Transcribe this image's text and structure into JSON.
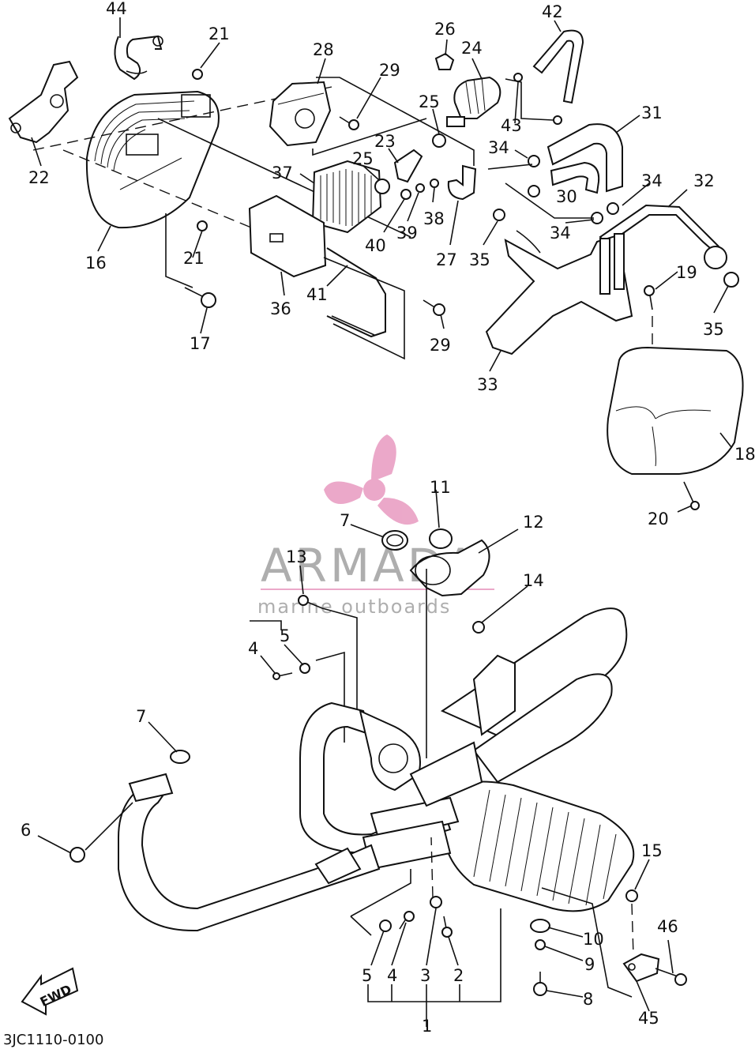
{
  "diagram_code": "3JC1110-0100",
  "watermark": {
    "brand": "ARMADA",
    "tagline": "marine outboards",
    "logo_color": "#e89ac0",
    "text_color": "#9a9a9a"
  },
  "fwd_label": "FWD",
  "callouts": [
    "44",
    "21",
    "28",
    "29",
    "26",
    "24",
    "42",
    "22",
    "16",
    "21",
    "17",
    "25",
    "23",
    "43",
    "34",
    "31",
    "37",
    "25",
    "38",
    "39",
    "40",
    "27",
    "35",
    "30",
    "34",
    "32",
    "34",
    "36",
    "41",
    "29",
    "19",
    "35",
    "33",
    "18",
    "20",
    "11",
    "7",
    "12",
    "13",
    "14",
    "5",
    "4",
    "7",
    "6",
    "15",
    "46",
    "10",
    "9",
    "5",
    "4",
    "3",
    "2",
    "8",
    "45",
    "1"
  ]
}
